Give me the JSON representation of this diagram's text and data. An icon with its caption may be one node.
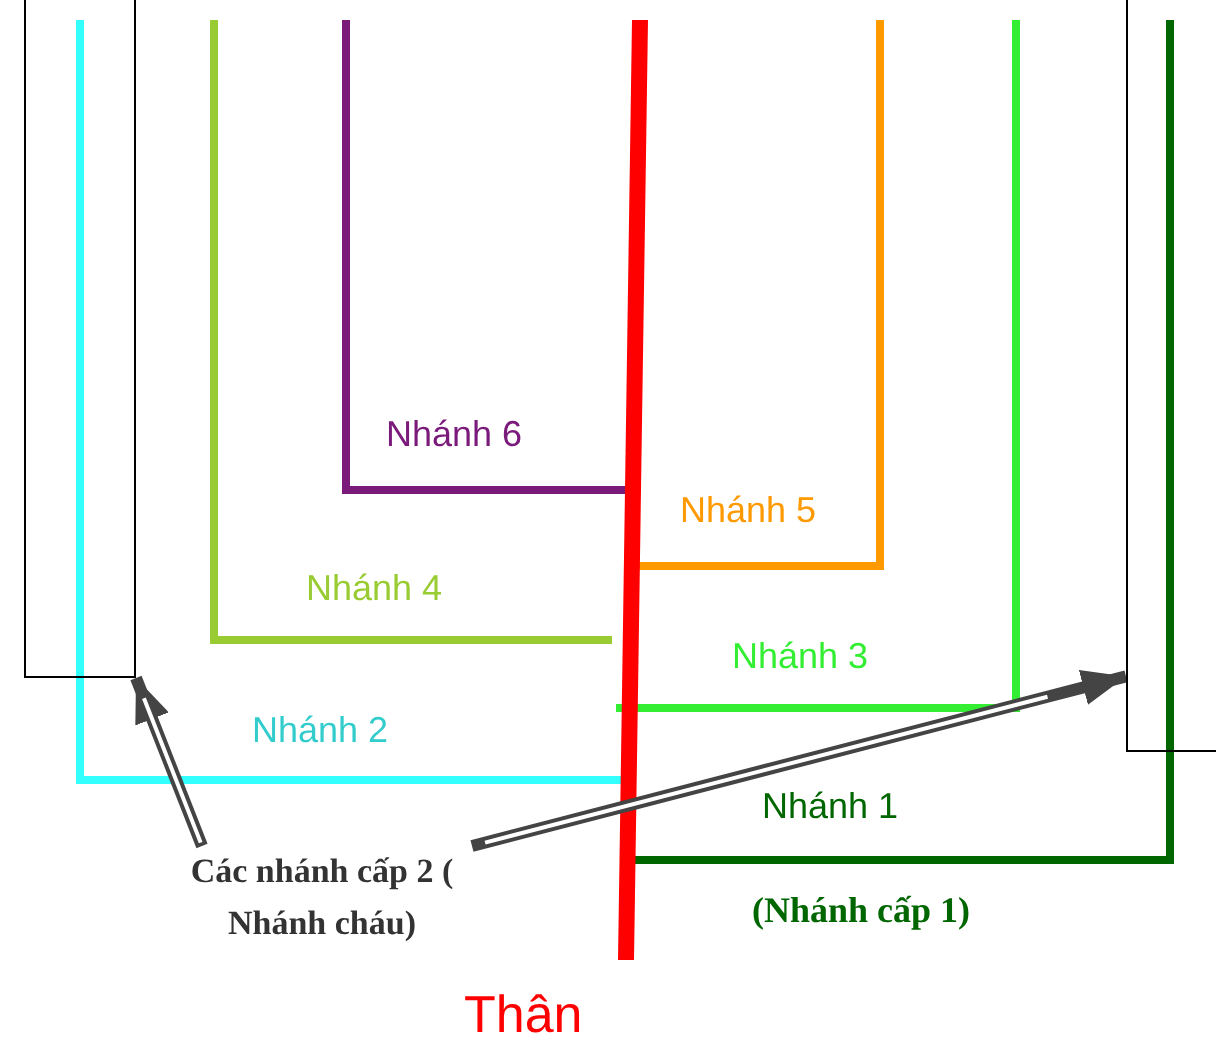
{
  "diagram": {
    "nodes": [
      {
        "text": [
          "Các nhánh cấp 2 ( Nhánh cháu)"
        ]
      },
      {
        "text": [],
        "shape": "box"
      },
      {
        "text": [],
        "shape": "box"
      }
    ],
    "edges": [
      {
        "from": 0,
        "to": 1,
        "arrow": "to"
      },
      {
        "from": 0,
        "to": 2,
        "arrow": "to"
      }
    ],
    "labels": [
      "Nhánh 6",
      "Nhánh 5",
      "Nhánh 4",
      "Nhánh 3",
      "Nhánh 2",
      "Nhánh 1",
      "(Nhánh cấp 1)",
      "Thân"
    ]
  }
}
